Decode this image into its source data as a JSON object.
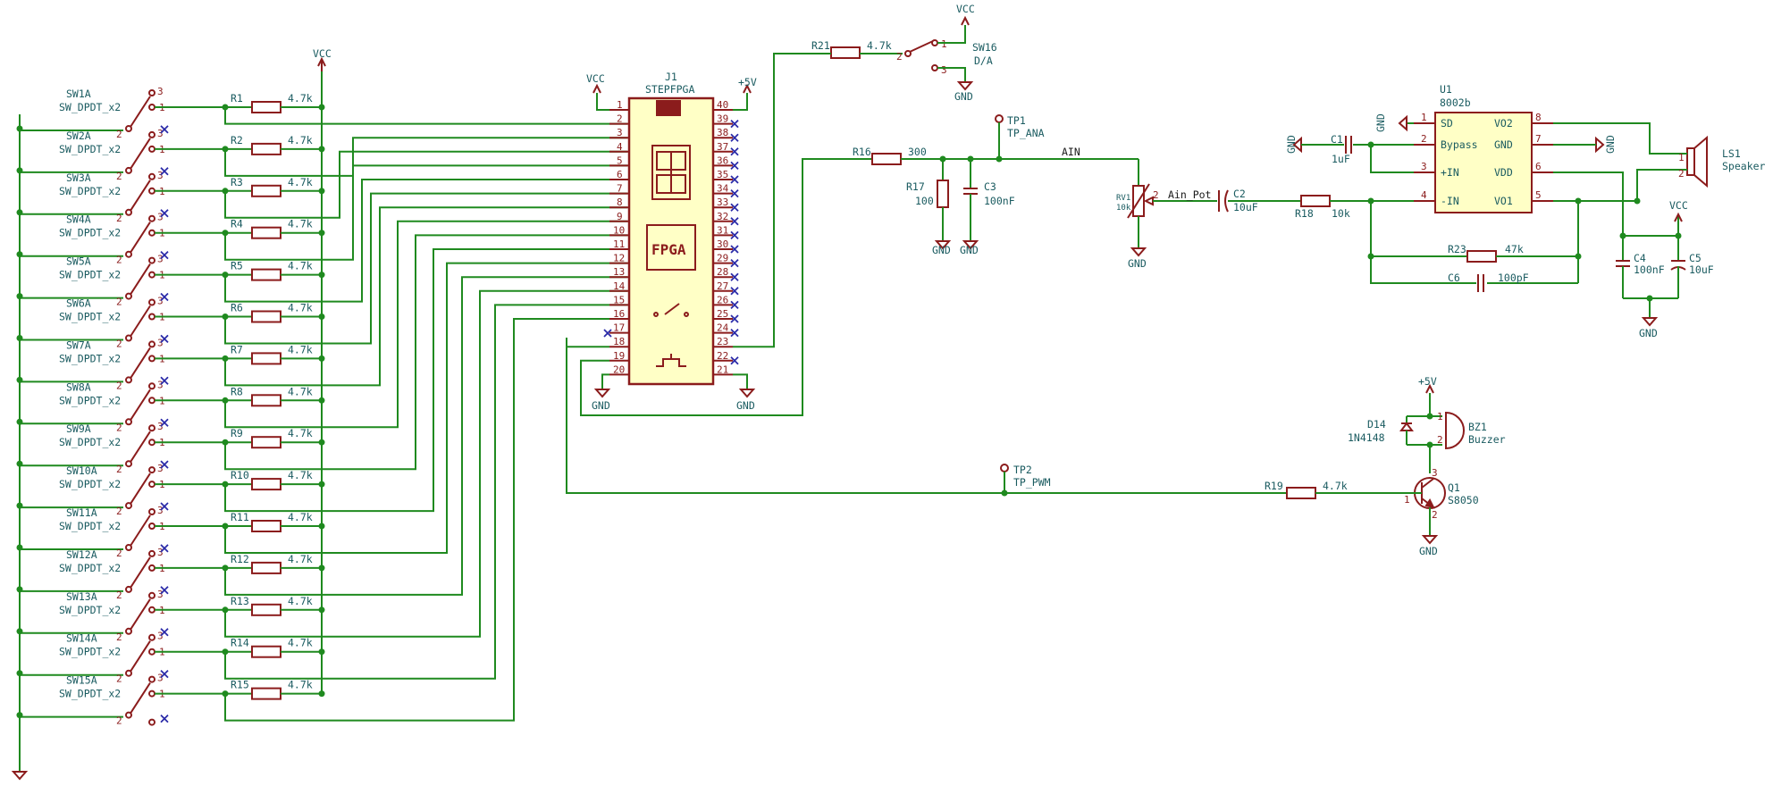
{
  "power": {
    "vcc": "VCC",
    "p5v": "+5V",
    "gnd": "GND"
  },
  "switches": {
    "value": "SW_DPDT_x2",
    "pin1": "1",
    "pin2": "2",
    "pin3": "3",
    "refs": [
      "SW1A",
      "SW2A",
      "SW3A",
      "SW4A",
      "SW5A",
      "SW6A",
      "SW7A",
      "SW8A",
      "SW9A",
      "SW10A",
      "SW11A",
      "SW12A",
      "SW13A",
      "SW14A",
      "SW15A"
    ]
  },
  "resistors": {
    "value": "4.7k",
    "refs": [
      "R1",
      "R2",
      "R3",
      "R4",
      "R5",
      "R6",
      "R7",
      "R8",
      "R9",
      "R10",
      "R11",
      "R12",
      "R13",
      "R14",
      "R15"
    ]
  },
  "j1": {
    "ref": "J1",
    "value": "STEPFPGA",
    "logo": "FPGA",
    "left_pins": [
      "1",
      "2",
      "3",
      "4",
      "5",
      "6",
      "7",
      "8",
      "9",
      "10",
      "11",
      "12",
      "13",
      "14",
      "15",
      "16",
      "17",
      "18",
      "19",
      "20"
    ],
    "right_pins": [
      "40",
      "39",
      "38",
      "37",
      "36",
      "35",
      "34",
      "33",
      "32",
      "31",
      "30",
      "29",
      "28",
      "27",
      "26",
      "25",
      "24",
      "23",
      "22",
      "21"
    ]
  },
  "sw16": {
    "ref": "SW16",
    "value": "D/A",
    "pin1": "1",
    "pin2": "2",
    "pin3": "3"
  },
  "r21": {
    "ref": "R21",
    "value": "4.7k"
  },
  "r16": {
    "ref": "R16",
    "value": "300"
  },
  "r17": {
    "ref": "R17",
    "value": "100"
  },
  "c3": {
    "ref": "C3",
    "value": "100nF"
  },
  "tp1": {
    "ref": "TP1",
    "value": "TP_ANA"
  },
  "net_ain": "AIN",
  "rv1": {
    "ref": "RV1",
    "value": "10k",
    "pin2": "2"
  },
  "net_ain_pot": "Ain_Pot",
  "c2": {
    "ref": "C2",
    "value": "10uF"
  },
  "r18": {
    "ref": "R18",
    "value": "10k"
  },
  "c1": {
    "ref": "C1",
    "value": "1uF"
  },
  "u1": {
    "ref": "U1",
    "value": "8002b",
    "left": [
      {
        "num": "1",
        "name": "SD"
      },
      {
        "num": "2",
        "name": "Bypass"
      },
      {
        "num": "3",
        "name": "+IN"
      },
      {
        "num": "4",
        "name": "-IN"
      }
    ],
    "right": [
      {
        "num": "8",
        "name": "VO2"
      },
      {
        "num": "7",
        "name": "GND"
      },
      {
        "num": "6",
        "name": "VDD"
      },
      {
        "num": "5",
        "name": "VO1"
      }
    ]
  },
  "r23": {
    "ref": "R23",
    "value": "47k"
  },
  "c6": {
    "ref": "C6",
    "value": "100pF"
  },
  "c4": {
    "ref": "C4",
    "value": "100nF"
  },
  "c5": {
    "ref": "C5",
    "value": "10uF"
  },
  "ls1": {
    "ref": "LS1",
    "value": "Speaker",
    "pin1": "1",
    "pin2": "2"
  },
  "d14": {
    "ref": "D14",
    "value": "1N4148"
  },
  "bz1": {
    "ref": "BZ1",
    "value": "Buzzer",
    "pin1": "1",
    "pin2": "2"
  },
  "tp2": {
    "ref": "TP2",
    "value": "TP_PWM"
  },
  "r19": {
    "ref": "R19",
    "value": "4.7k"
  },
  "q1": {
    "ref": "Q1",
    "value": "S8050",
    "pin1": "1",
    "pin2": "2",
    "pin3": "3"
  }
}
